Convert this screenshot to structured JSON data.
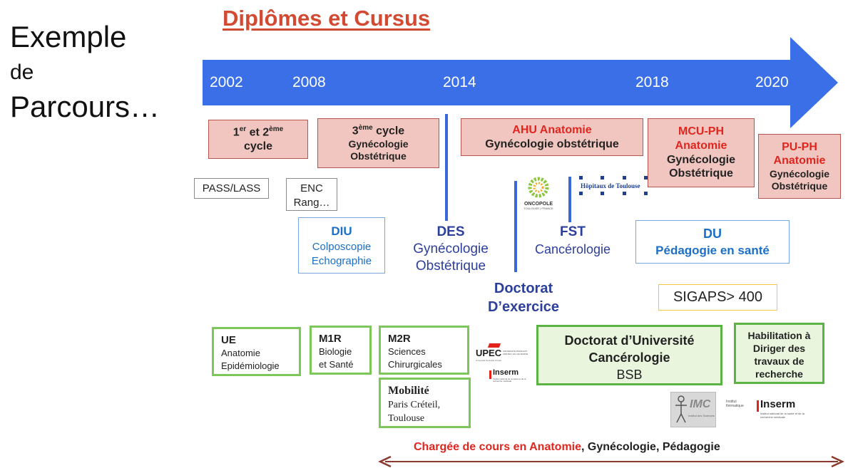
{
  "side_label": {
    "line1": "Exemple",
    "line2": "de",
    "line3": "Parcours…"
  },
  "title": "Diplômes et Cursus",
  "timeline": {
    "years": [
      "2002",
      "2008",
      "2014",
      "2018",
      "2020"
    ],
    "arrow_color": "#3a6fe8"
  },
  "clinical": {
    "cycle12": {
      "line1_a": "1",
      "line1_sup1": "er",
      "line1_b": " et 2",
      "line1_sup2": "ème",
      "line2": "cycle"
    },
    "cycle3": {
      "line1": "3",
      "line1_sup": "ème",
      "line1_b": " cycle",
      "line2": "Gynécologie",
      "line3": "Obstétrique"
    },
    "ahu": {
      "line1": "AHU Anatomie",
      "line2": "Gynécologie obstétrique"
    },
    "mcu": {
      "line1": "MCU-PH",
      "line2": "Anatomie",
      "line3": "Gynécologie",
      "line4": "Obstétrique"
    },
    "pu": {
      "line1": "PU-PH",
      "line2": "Anatomie",
      "line3": "Gynécologie",
      "line4": "Obstétrique"
    }
  },
  "exams": {
    "pass": "PASS/LASS",
    "enc_line1": "ENC",
    "enc_line2": "Rang…"
  },
  "diplomas": {
    "diu": {
      "title": "DIU",
      "line1": "Colposcopie",
      "line2": "Echographie"
    },
    "des": {
      "title": "DES",
      "line1": "Gynécologie",
      "line2": "Obstétrique"
    },
    "fst": {
      "title": "FST",
      "line1": "Cancérologie"
    },
    "du": {
      "title": "DU",
      "line1": "Pédagogie en santé"
    },
    "doctorat": {
      "line1": "Doctorat",
      "line2": "D’exercice"
    },
    "sigaps": "SIGAPS> 400"
  },
  "logos": {
    "oncopole": {
      "name": "ONCOPOLE",
      "sub": "TOULOUSE | FRANCE"
    },
    "hopitaux": "Hôpitaux de Toulouse",
    "upec": "UPEC",
    "upec_sub": "UNIVERSITÉ PARIS-EST CRÉTEIL VAL DE MARNE",
    "upec_side": "Université Paris-Est Créteil",
    "inserm": "Inserm",
    "inserm_small": "Institut national de la santé et de la recherche médicale",
    "inserm_left": "Institut thématique",
    "imc": "IMC",
    "imc_sub": "Institut des Sciences"
  },
  "research": {
    "ue": {
      "title": "UE",
      "line1": "Anatomie",
      "line2": "Epidémiologie"
    },
    "m1r": {
      "title": "M1R",
      "line1": "Biologie",
      "line2": "et Santé"
    },
    "m2r": {
      "title": "M2R",
      "line1": "Sciences",
      "line2": "Chirurgicales"
    },
    "mobilite": {
      "title": "Mobilité",
      "line1": "Paris Créteil,",
      "line2": "Toulouse"
    },
    "du_univ": {
      "line1": "Doctorat d’Université",
      "line2": "Cancérologie",
      "line3": "BSB"
    },
    "hdr": {
      "line1": "Habilitation à",
      "line2": "Diriger des",
      "line3": "travaux de",
      "line4": "recherche"
    }
  },
  "teaching": {
    "part1": "Chargée de cours en Anatomie",
    "part2": ", Gynécologie, Pédagogie"
  }
}
